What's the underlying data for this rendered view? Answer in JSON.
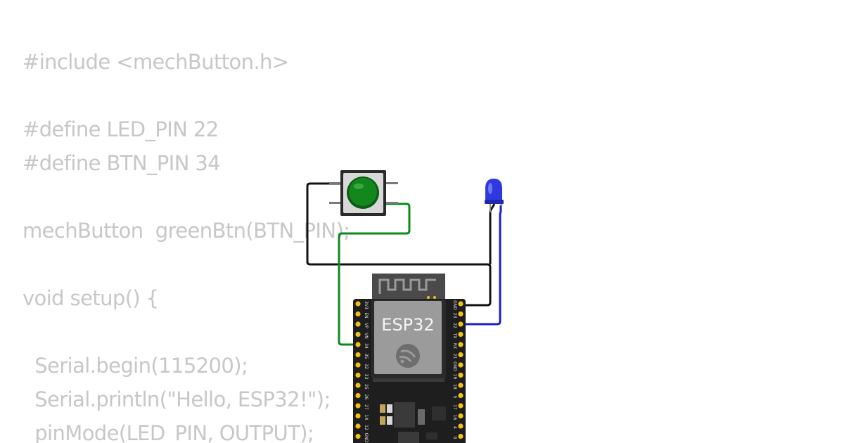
{
  "code": {
    "line_include": "#include <mechButton.h>",
    "line_define_led": "#define LED_PIN 22",
    "line_define_btn": "#define BTN_PIN 34",
    "line_button_decl": "mechButton  greenBtn(BTN_PIN);",
    "line_setup": "void setup() {",
    "line_serial_begin": "  Serial.begin(115200);",
    "line_serial_println": "  Serial.println(\"Hello, ESP32!\");",
    "line_pinmode": "  pinMode(LED_PIN, OUTPUT);"
  },
  "board": {
    "label": "ESP32",
    "left_pins": [
      "3V3",
      "EN",
      "VP",
      "VN",
      "34",
      "35",
      "32",
      "33",
      "25",
      "26",
      "27",
      "14",
      "12",
      "GND"
    ],
    "right_pins": [
      "GND",
      "23",
      "22",
      "TX",
      "RX",
      "21",
      "GND",
      "19",
      "18",
      "5",
      "17",
      "16",
      "4",
      "0"
    ]
  },
  "colors": {
    "code_text": "#c7c7c7",
    "wire_black": "#111111",
    "wire_green": "#0b8a18",
    "wire_blue": "#1d22c4",
    "button_cap": "#14861e",
    "led_body": "#3038e0",
    "board_pcb": "#1e1e1e",
    "module_shield": "#9b9b9b",
    "pin_gold": "#f2c21a"
  },
  "components": {
    "button_icon": "push-button",
    "led_icon": "blue-led",
    "logo_icon": "espressif-logo"
  }
}
